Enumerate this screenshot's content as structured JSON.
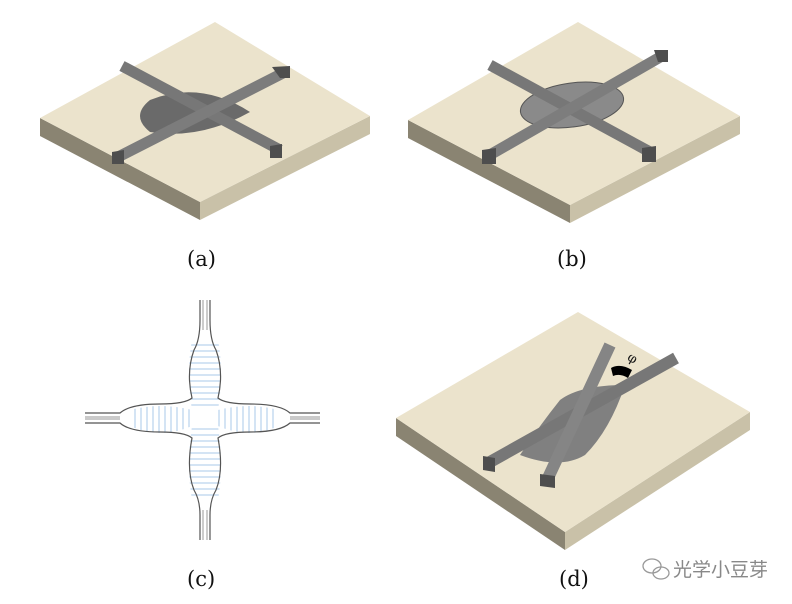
{
  "panels": [
    {
      "id": "a",
      "label": "(a)"
    },
    {
      "id": "b",
      "label": "(b)"
    },
    {
      "id": "c",
      "label": "(c)"
    },
    {
      "id": "d",
      "label": "(d)",
      "angle_symbol": "φ"
    }
  ],
  "watermark": {
    "text": "光学小豆芽",
    "icon": "wechat-icon"
  },
  "colors": {
    "substrate_top": "#ebe3cc",
    "substrate_left": "#8a8472",
    "substrate_right": "#c9c1a8",
    "waveguide": "#777777",
    "waveguide_dark": "#4e4e4e",
    "fill_lines": "#a9c8e8"
  }
}
